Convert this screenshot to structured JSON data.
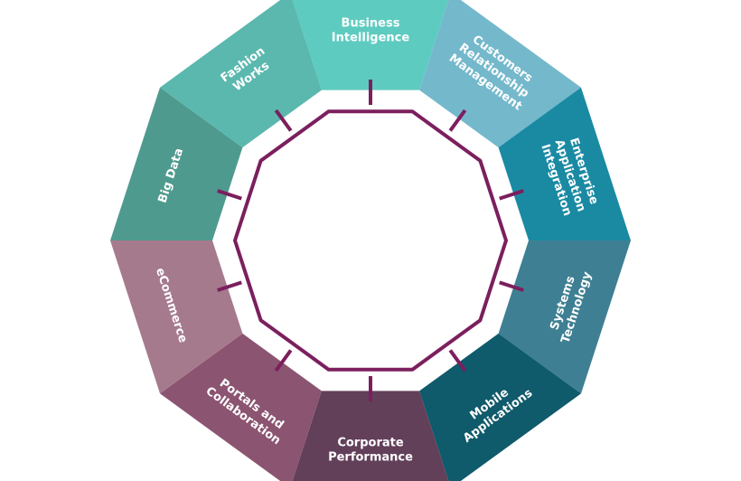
{
  "segments": [
    {
      "lines": [
        "Business",
        "Intelligence"
      ],
      "color": "#5ecbc0"
    },
    {
      "lines": [
        "Customers",
        "Relationship",
        "Management"
      ],
      "color": "#74b8cc"
    },
    {
      "lines": [
        "Enterprise",
        "Application",
        "Integration"
      ],
      "color": "#1a8aa3"
    },
    {
      "lines": [
        "Systems",
        "Technology"
      ],
      "color": "#3e7f93"
    },
    {
      "lines": [
        "Mobile",
        "Applications"
      ],
      "color": "#0f5a6b"
    },
    {
      "lines": [
        "Corporate",
        "Performance"
      ],
      "color": "#63405a"
    },
    {
      "lines": [
        "Portals and",
        "Collaboration"
      ],
      "color": "#8b5471"
    },
    {
      "lines": [
        "eCommerce"
      ],
      "color": "#a67a8d"
    },
    {
      "lines": [
        "Big Data"
      ],
      "color": "#4f9a8e"
    },
    {
      "lines": [
        "Fashion",
        "Works"
      ],
      "color": "#5ab8ae"
    }
  ],
  "inner_ring_color": "#7b1f5e"
}
